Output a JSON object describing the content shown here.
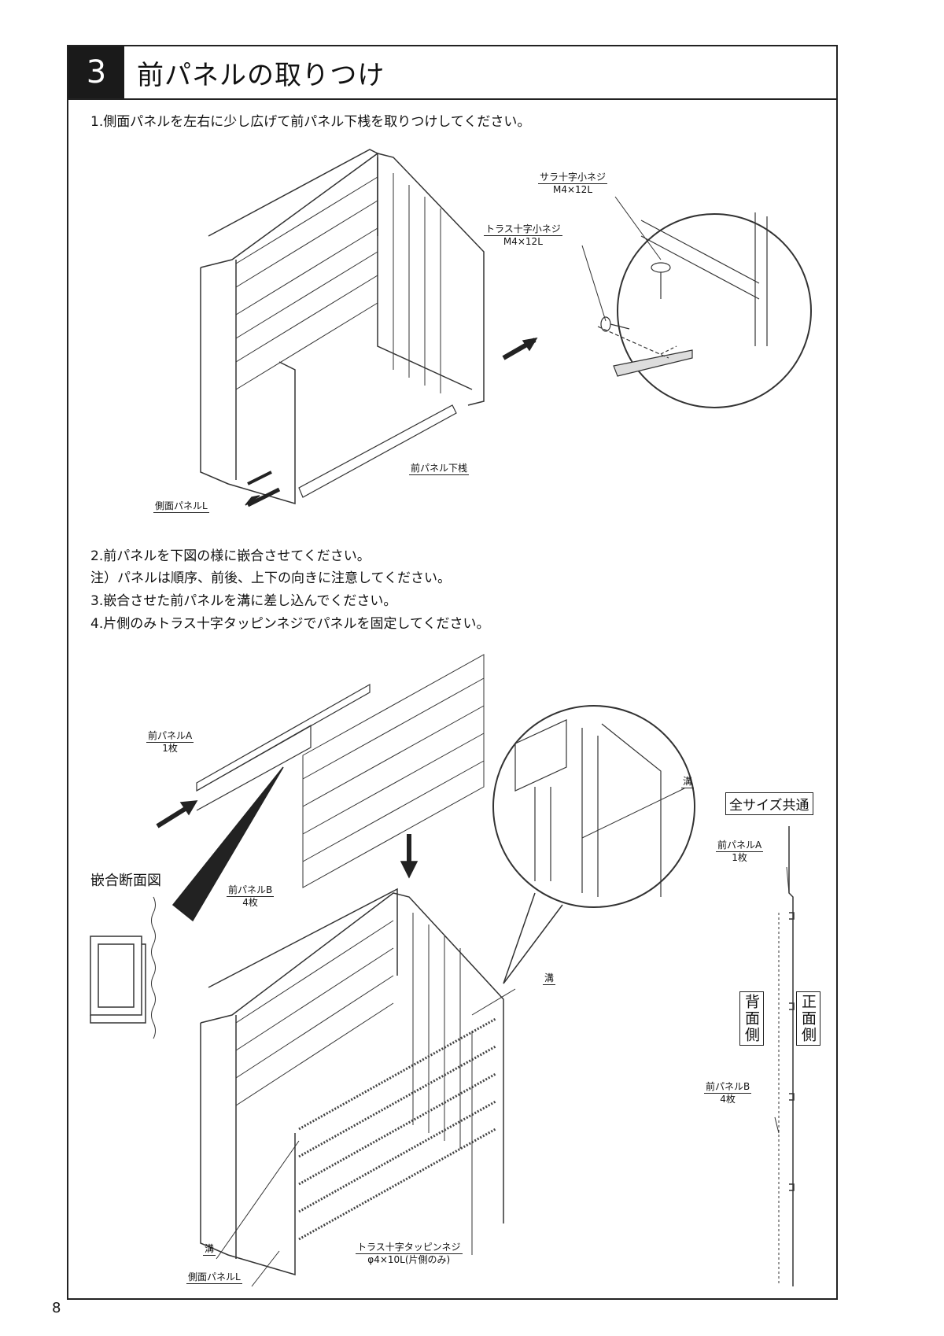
{
  "header": {
    "step_number": "3",
    "title": "前パネルの取りつけ"
  },
  "steps": {
    "s1": "1.側面パネルを左右に少し広げて前パネル下桟を取りつけしてください。",
    "s2": "2.前パネルを下図の様に嵌合させてください。",
    "note": "注）パネルは順序、前後、上下の向きに注意してください。",
    "s3": "3.嵌合させた前パネルを溝に差し込んでください。",
    "s4": "4.片側のみトラス十字タッピンネジでパネルを固定してください。"
  },
  "fig1": {
    "screw_flat": {
      "name": "サラ十字小ネジ",
      "size": "M4×12L"
    },
    "screw_truss": {
      "name": "トラス十字小ネジ",
      "size": "M4×12L"
    },
    "bottom_rail": "前パネル下桟",
    "side_panel": "側面パネルL"
  },
  "fig2": {
    "panel_a": {
      "name": "前パネルA",
      "qty": "1枚"
    },
    "panel_b": {
      "name": "前パネルB",
      "qty": "4枚"
    },
    "section_title": "嵌合断面図",
    "groove1": "溝",
    "groove2": "溝",
    "groove3": "溝",
    "tapping_screw": {
      "name": "トラス十字タッピンネジ",
      "size": "φ4×10L(片側のみ)"
    },
    "side_panel": "側面パネルL",
    "common": "全サイズ共通",
    "side_a": {
      "name": "前パネルA",
      "qty": "1枚"
    },
    "side_b": {
      "name": "前パネルB",
      "qty": "4枚"
    },
    "back_side": "背面側",
    "front_side": "正面側"
  },
  "page_number": "8"
}
